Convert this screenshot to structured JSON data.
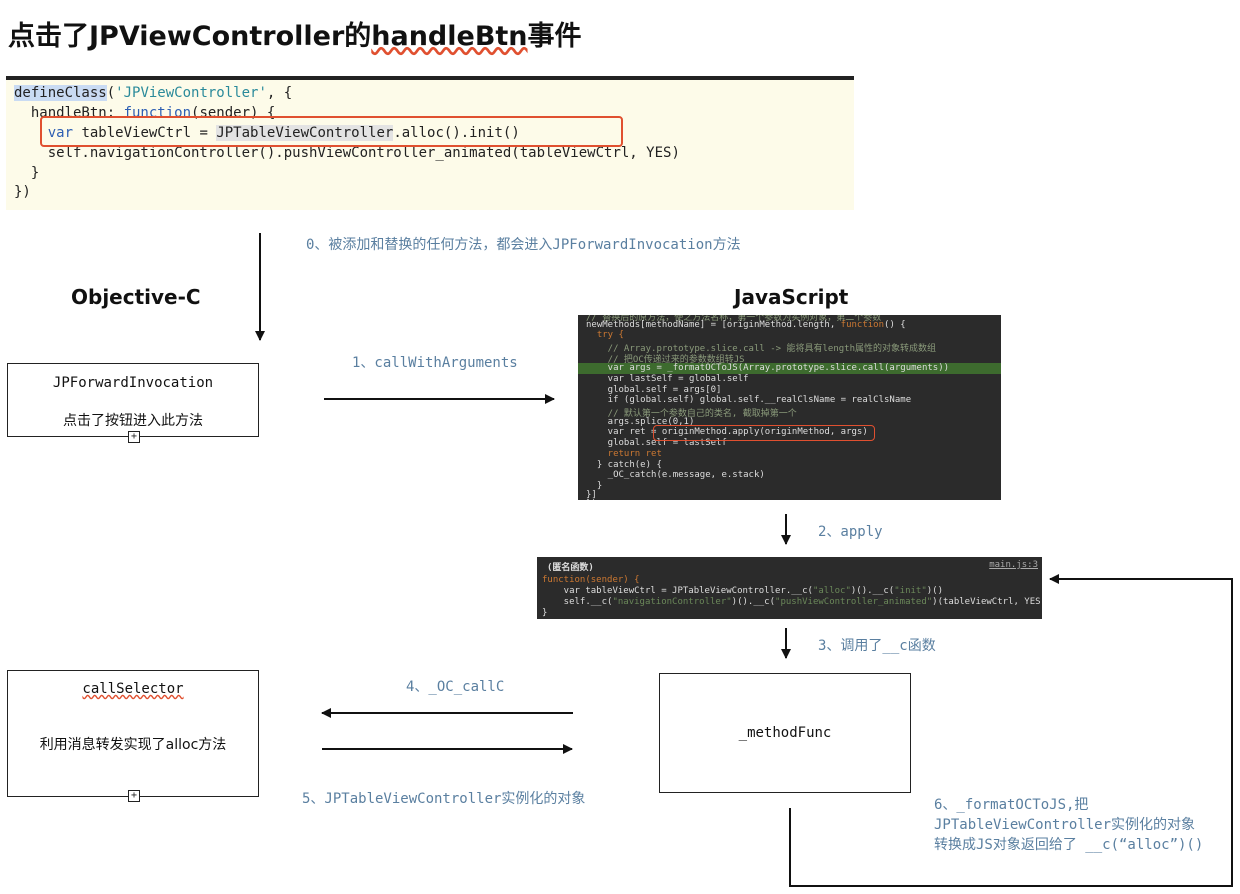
{
  "title": {
    "prefix": "点击了JPViewController的",
    "method": "handleBtn",
    "suffix": "事件"
  },
  "code": {
    "line1_fn": "defineClass",
    "line1_open": "(",
    "line1_str": "'JPViewController'",
    "line1_rest": ", {",
    "line2_name": "  handleBtn: ",
    "line2_kw": "function",
    "line2_rest": "(sender) {",
    "line3_kw": "    var",
    "line3_mid": " tableViewCtrl = ",
    "line3_cls": "JPTableViewController",
    "line3_rest": ".alloc().init()",
    "line4": "    self.navigationController().pushViewController_animated(tableViewCtrl, YES)",
    "line5": "  }",
    "line6": "})"
  },
  "notes": {
    "step0": "0、被添加和替换的任何方法，都会进入JPForwardInvocation方法",
    "step1": "1、callWithArguments",
    "step2": "2、apply",
    "step3": "3、调用了__c函数",
    "step4": "4、_OC_callC",
    "step5": "5、JPTableViewController实例化的对象",
    "step6_l1": "6、_formatOCToJS,把",
    "step6_l2": "JPTableViewController实例化的对象",
    "step6_l3": "转换成JS对象返回给了 __c(“alloc”)()"
  },
  "headings": {
    "objc": "Objective-C",
    "js": "JavaScript"
  },
  "boxes": {
    "forward_title": "JPForwardInvocation",
    "forward_desc": "点击了按钮进入此方法",
    "selector_title": "callSelector",
    "selector_desc": "利用消息转发实现了alloc方法",
    "method_func": "_methodFunc",
    "expander": "+"
  },
  "js_code": {
    "l0": "// 替换后的原方法，使之方法名称，第一个参数为实例对象，第二个参数",
    "l1a": "newMethods[methodName] = [originMethod.length, ",
    "l1kw": "function",
    "l1b": "() {",
    "l2": "  try {",
    "l3": "    // Array.prototype.slice.call -> 能将具有length属性的对象转成数组",
    "l4": "    // 把OC传递过来的参数数组转JS",
    "l5": "    var args = _formatOCToJS(Array.prototype.slice.call(arguments))",
    "l6": "    var lastSelf = global.self",
    "l7": "    global.self = args[0]",
    "l8": "    if (global.self) global.self.__realClsName = realClsName",
    "l9": "    // 默认第一个参数自己的类名, 截取掉第一个",
    "l10": "    args.splice(0,1)",
    "l11a": "    var ret = ",
    "l11b": "originMethod.apply(originMethod, args)",
    "l12": "    global.self = lastSelf",
    "l13": "    return ret",
    "l14": "  } catch(e) {",
    "l15": "    _OC_catch(e.message, e.stack)",
    "l16": "  }",
    "l17": "}]",
    "l18": "})"
  },
  "anon": {
    "header": "(匿名函数)",
    "link": "main.js:3",
    "l1": "function(sender) {",
    "l2a": "    var tableViewCtrl = JPTableViewController.__c(",
    "l2s1": "\"alloc\"",
    "l2b": ")().__c(",
    "l2s2": "\"init\"",
    "l2c": ")()",
    "l3a": "    self.__c(",
    "l3s1": "\"navigationController\"",
    "l3b": ")().__c(",
    "l3s2": "\"pushViewController_animated\"",
    "l3c": ")(tableViewCtrl, YES)",
    "l4": "}"
  },
  "colors": {
    "accent_red": "#e05030",
    "note_blue": "#5a7fa0",
    "code_bg": "#fdfbe9",
    "dark_bg": "#2b2b2b"
  }
}
